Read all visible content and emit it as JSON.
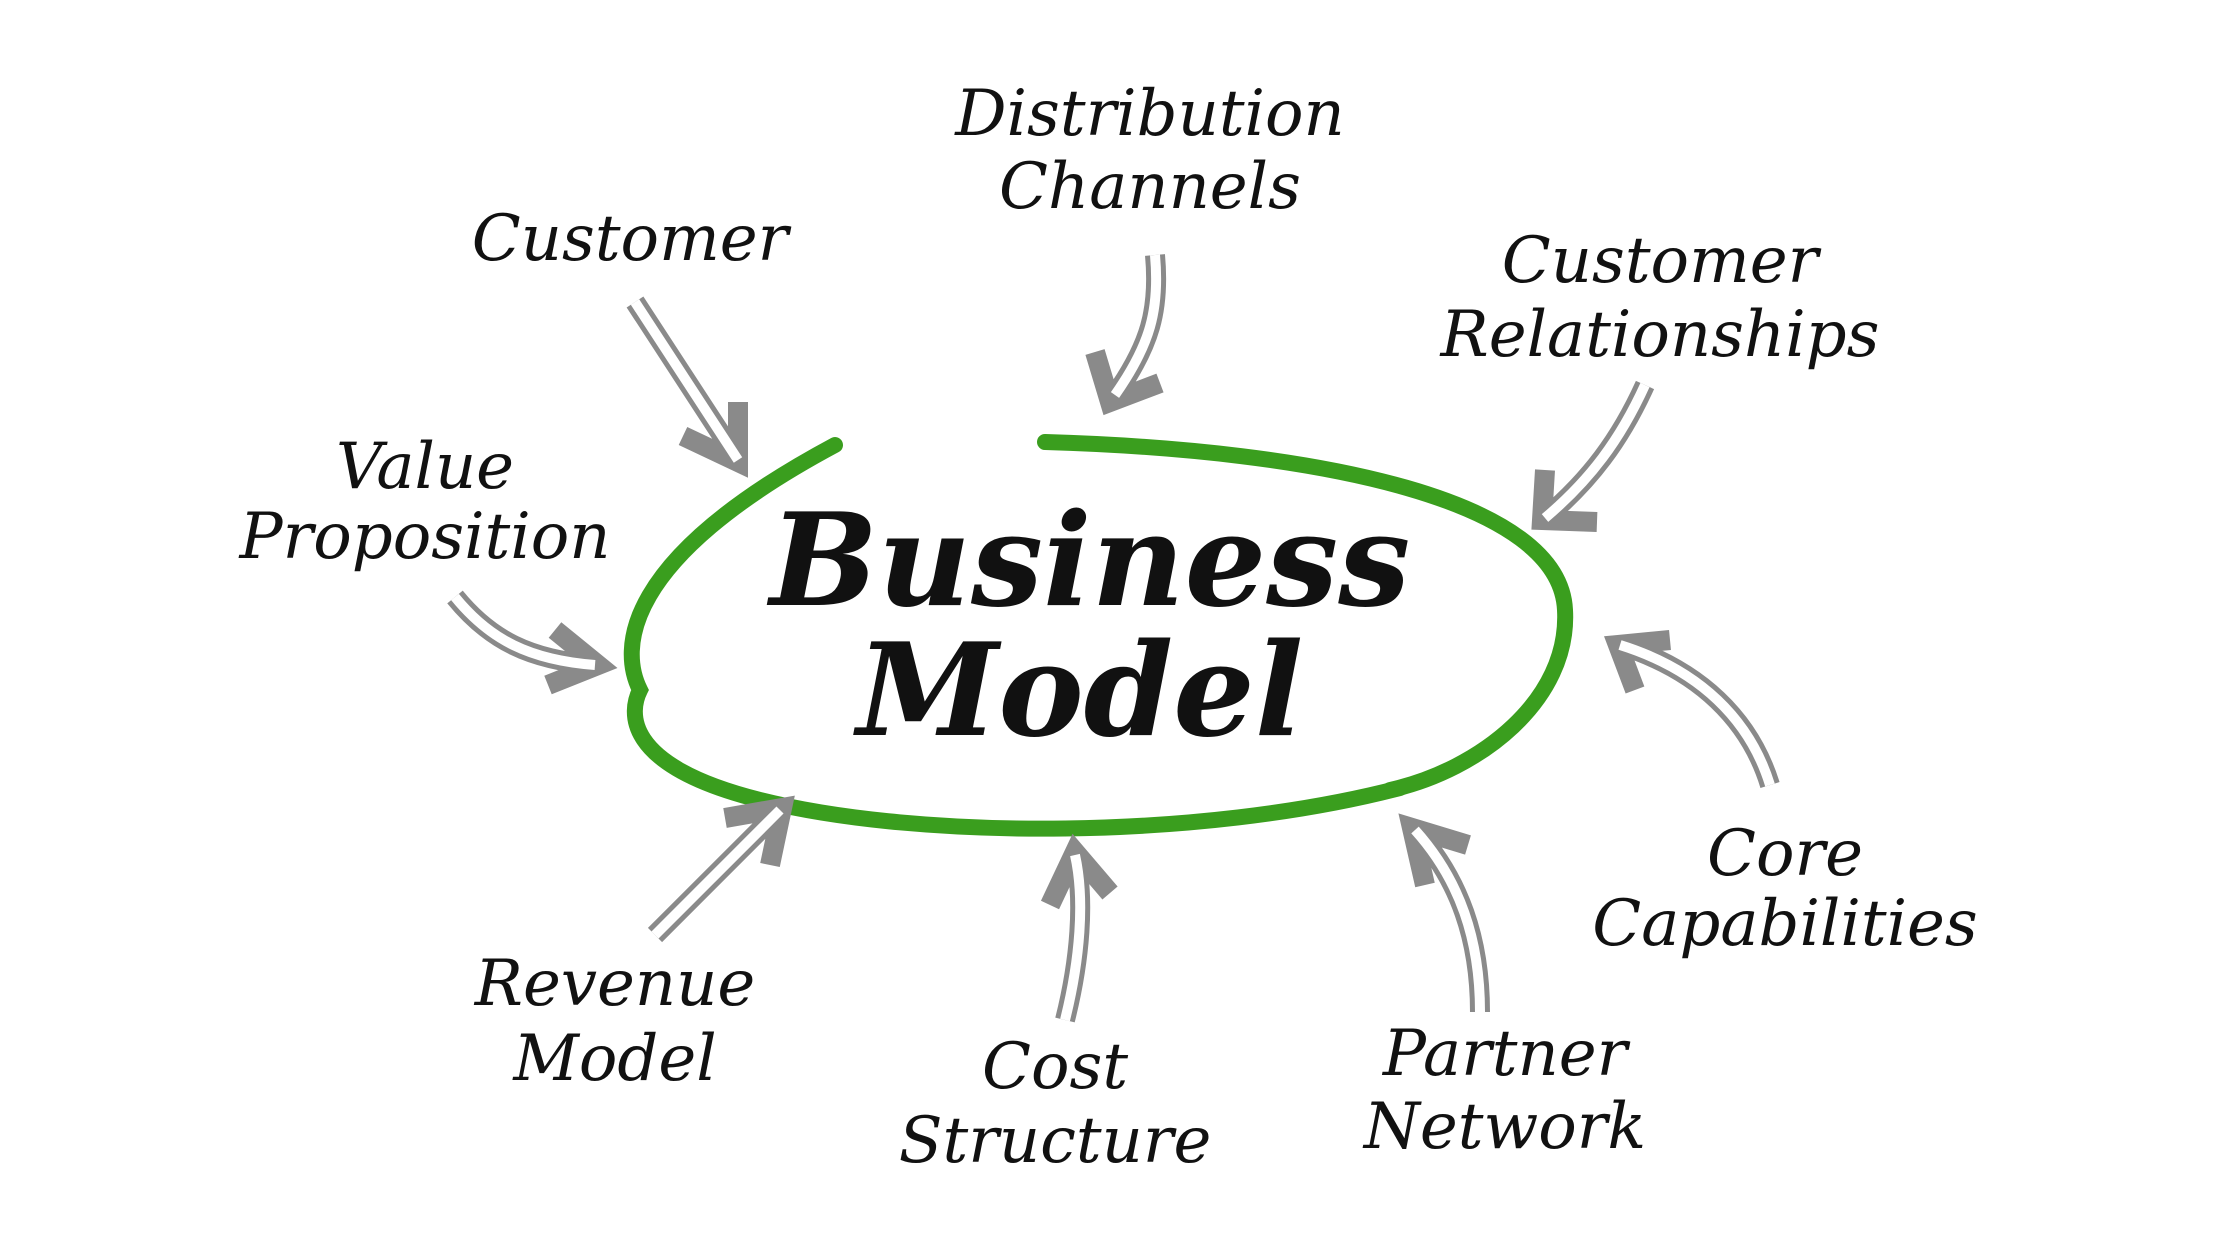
{
  "center": {
    "line1": "Business",
    "line2": "Model",
    "ellipse_color": "#3a9e1e"
  },
  "arrow_color": "#8a8a8a",
  "nodes": {
    "distribution_channels": {
      "line1": "Distribution",
      "line2": "Channels"
    },
    "customer": {
      "line1": "Customer"
    },
    "customer_relationships": {
      "line1": "Customer",
      "line2": "Relationships"
    },
    "value_proposition": {
      "line1": "Value",
      "line2": "Proposition"
    },
    "core_capabilities": {
      "line1": "Core",
      "line2": "Capabilities"
    },
    "revenue_model": {
      "line1": "Revenue",
      "line2": "Model"
    },
    "cost_structure": {
      "line1": "Cost",
      "line2": "Structure"
    },
    "partner_network": {
      "line1": "Partner",
      "line2": "Network"
    }
  }
}
